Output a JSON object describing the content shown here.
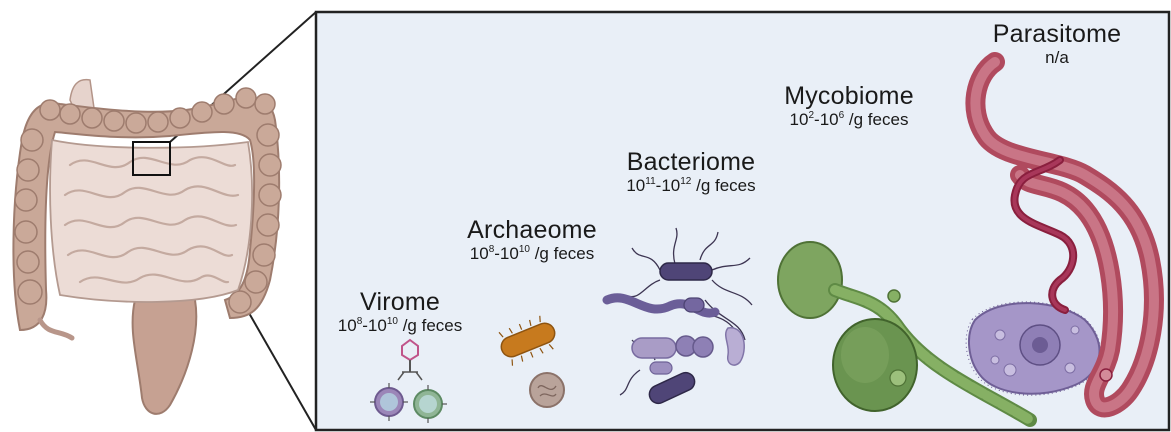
{
  "diagram": {
    "panels": [
      {
        "id": "virome",
        "name": "Virome",
        "conc": {
          "a": "10",
          "a_exp": "8",
          "b": "10",
          "b_exp": "10",
          "unit": " /g feces"
        }
      },
      {
        "id": "archaeome",
        "name": "Archaeome",
        "conc": {
          "a": "10",
          "a_exp": "8",
          "b": "10",
          "b_exp": "10",
          "unit": " /g feces"
        }
      },
      {
        "id": "bacteriome",
        "name": "Bacteriome",
        "conc": {
          "a": "10",
          "a_exp": "11",
          "b": "10",
          "b_exp": "12",
          "unit": " /g feces"
        }
      },
      {
        "id": "mycobiome",
        "name": "Mycobiome",
        "conc": {
          "a": "10",
          "a_exp": "2",
          "b": "10",
          "b_exp": "6",
          "unit": " /g feces"
        }
      },
      {
        "id": "parasitome",
        "name": "Parasitome",
        "conc_text": "n/a"
      }
    ],
    "colors": {
      "panel_bg": "#e9eff7",
      "intestine": "#c9a898",
      "small_intestine": "#ead9d3",
      "virus_green": "#8fb595",
      "virus_purple": "#9b86b8",
      "archaea_orange": "#c77a1e",
      "bacteria_purple": "#7d6fa8",
      "bacteria_dark": "#4a4170",
      "fungi_green": "#6f9a55",
      "worm_red": "#b04a5e",
      "protozoa_purple": "#a596c8"
    }
  }
}
